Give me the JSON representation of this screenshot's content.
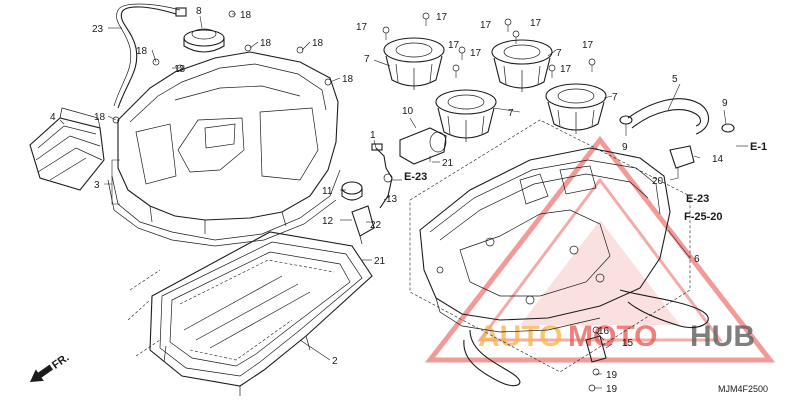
{
  "diagram": {
    "callouts": [
      {
        "id": "c23",
        "text": "23"
      },
      {
        "id": "c8",
        "text": "8"
      },
      {
        "id": "c18a",
        "text": "18"
      },
      {
        "id": "c18b",
        "text": "18"
      },
      {
        "id": "c18c",
        "text": "18"
      },
      {
        "id": "c18d",
        "text": "18"
      },
      {
        "id": "c18e",
        "text": "18"
      },
      {
        "id": "c18f",
        "text": "18"
      },
      {
        "id": "c18g",
        "text": "18"
      },
      {
        "id": "c4",
        "text": "4"
      },
      {
        "id": "c3",
        "text": "3"
      },
      {
        "id": "c17a",
        "text": "17"
      },
      {
        "id": "c17b",
        "text": "17"
      },
      {
        "id": "c17c",
        "text": "17"
      },
      {
        "id": "c17d",
        "text": "17"
      },
      {
        "id": "c17e",
        "text": "17"
      },
      {
        "id": "c17f",
        "text": "17"
      },
      {
        "id": "c17g",
        "text": "17"
      },
      {
        "id": "c17h",
        "text": "17"
      },
      {
        "id": "c7a",
        "text": "7"
      },
      {
        "id": "c7b",
        "text": "7"
      },
      {
        "id": "c7c",
        "text": "7"
      },
      {
        "id": "c7d",
        "text": "7"
      },
      {
        "id": "c10",
        "text": "10"
      },
      {
        "id": "c1",
        "text": "1"
      },
      {
        "id": "c21a",
        "text": "21"
      },
      {
        "id": "c21b",
        "text": "21"
      },
      {
        "id": "c11",
        "text": "11"
      },
      {
        "id": "c12",
        "text": "12"
      },
      {
        "id": "c13",
        "text": "13"
      },
      {
        "id": "c22",
        "text": "22"
      },
      {
        "id": "c5",
        "text": "5"
      },
      {
        "id": "c9a",
        "text": "9"
      },
      {
        "id": "c9b",
        "text": "9"
      },
      {
        "id": "c14",
        "text": "14"
      },
      {
        "id": "c20",
        "text": "20"
      },
      {
        "id": "c6",
        "text": "6"
      },
      {
        "id": "c2",
        "text": "2"
      },
      {
        "id": "c16",
        "text": "16"
      },
      {
        "id": "c15",
        "text": "15"
      },
      {
        "id": "c19a",
        "text": "19"
      },
      {
        "id": "c19b",
        "text": "19"
      }
    ],
    "refs": {
      "e23_left": "E-23",
      "e1": "E-1",
      "e23_right": "E-23",
      "f2520": "F-25-20"
    },
    "direction_marker": "FR.",
    "drawing_code": "MJM4F2500",
    "watermark": {
      "part1": "AUTO",
      "part2": "MOTO",
      "part3": "HUB",
      "color_orange": "#f5a623",
      "color_red": "#e53935",
      "color_dark": "#444444"
    }
  }
}
